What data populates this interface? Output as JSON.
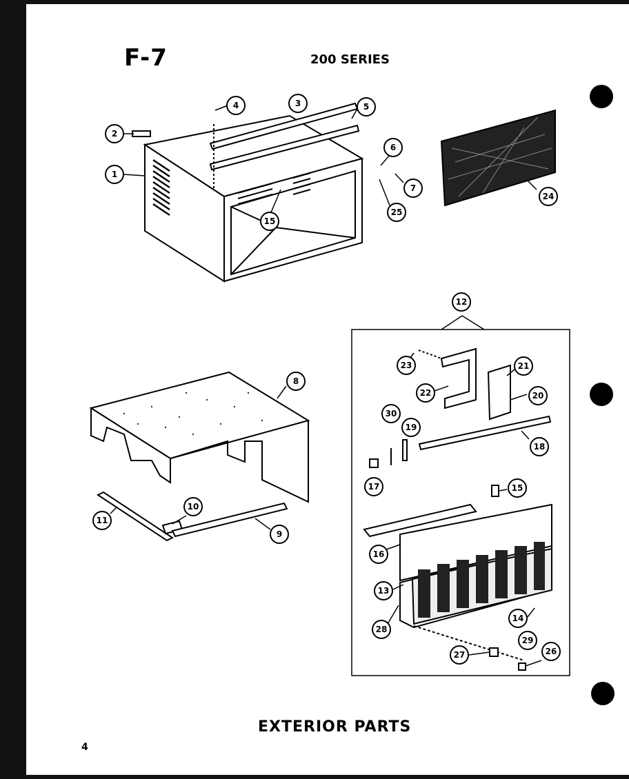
{
  "figure_label": "F-7",
  "series_label": "200 SERIES",
  "caption": "EXTERIOR PARTS",
  "page_number": "4",
  "callouts": [
    "1",
    "2",
    "3",
    "4",
    "5",
    "6",
    "7",
    "25",
    "15",
    "24",
    "8",
    "11",
    "10",
    "9",
    "12",
    "23",
    "22",
    "21",
    "20",
    "30",
    "19",
    "18",
    "17",
    "15",
    "16",
    "13",
    "28",
    "14",
    "29",
    "27",
    "26"
  ]
}
